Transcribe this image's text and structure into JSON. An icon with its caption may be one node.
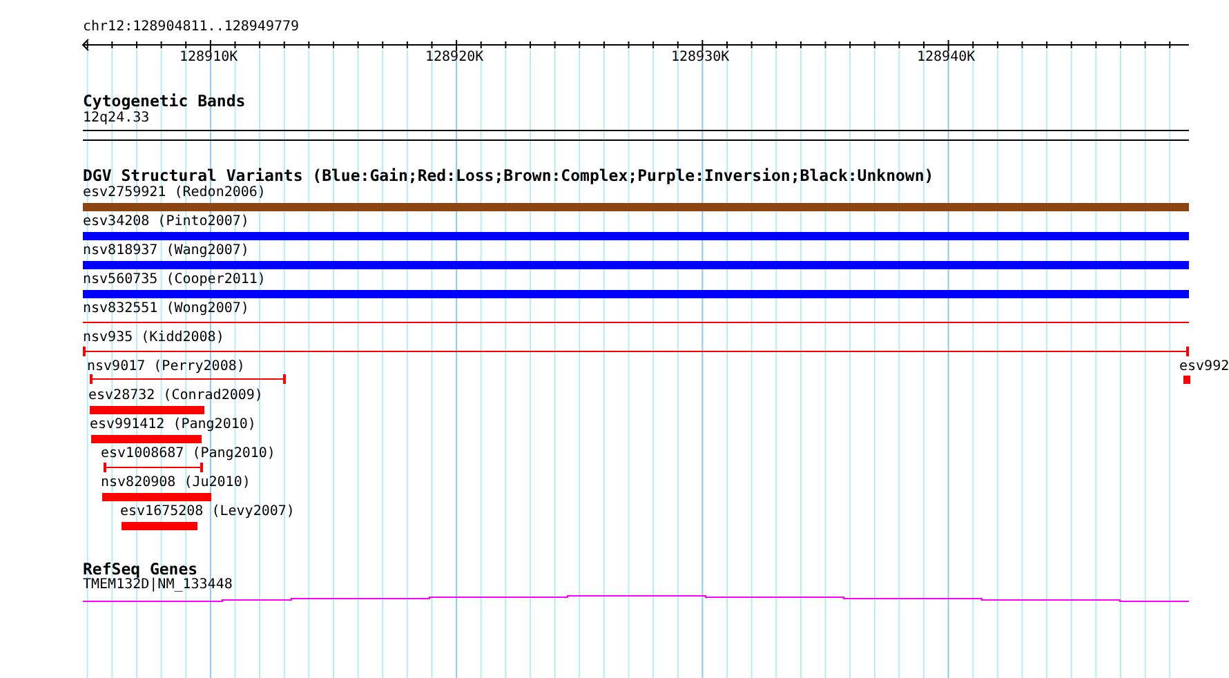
{
  "diagram": {
    "labels": [
      "chr12:128904811..128949779",
      "128910K",
      "128920K",
      "128930K",
      "128940K",
      "Cytogenetic Bands",
      "12q24.33",
      "DGV Structural Variants (Blue:Gain;Red:Loss;Brown:Complex;Purple:Inversion;Black:Unknown)",
      "esv2759921 (Redon2006)",
      "esv34208 (Pinto2007)",
      "nsv818937 (Wang2007)",
      "nsv560735 (Cooper2011)",
      "nsv832551 (Wong2007)",
      "nsv935 (Kidd2008)",
      "nsv9017 (Perry2008)",
      "esv992",
      "esv28732 (Conrad2009)",
      "esv991412 (Pang2010)",
      "esv1008687 (Pang2010)",
      "nsv820908 (Ju2010)",
      "esv1675208 (Levy2007)",
      "RefSeq Genes",
      "TMEM132D|NM_133448"
    ]
  }
}
